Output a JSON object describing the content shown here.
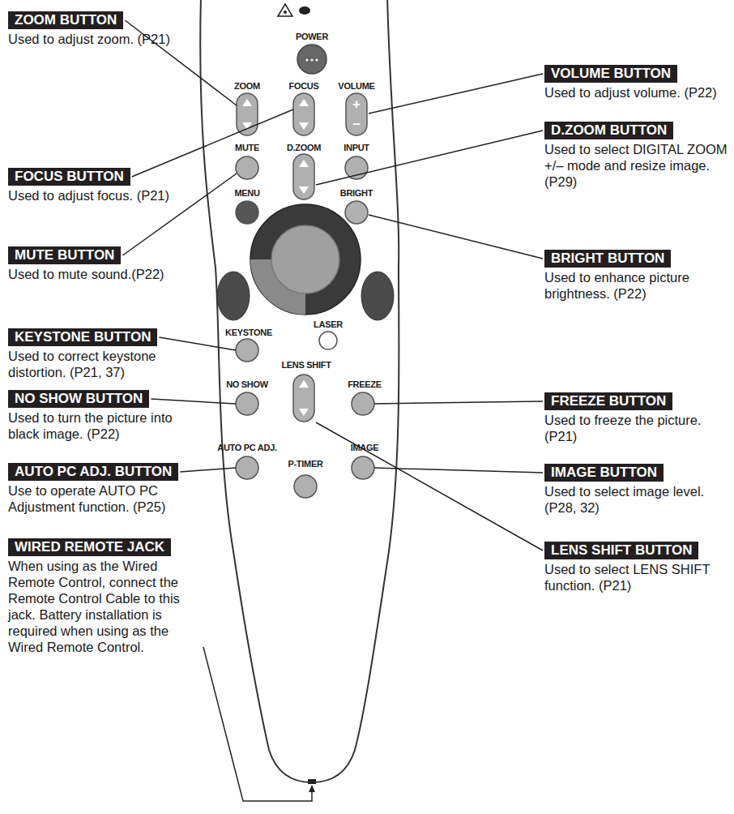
{
  "diagram": {
    "nodes": [
      {
        "text": [
          "ZOOM BUTTON",
          "Used to adjust zoom. (P21)"
        ]
      },
      {
        "text": [
          "VOLUME BUTTON",
          "Used to adjust volume. (P22)"
        ]
      },
      {
        "text": [
          "D.ZOOM BUTTON",
          "Used to select DIGITAL ZOOM +/– mode and resize image. (P29)"
        ]
      },
      {
        "text": [
          "FOCUS BUTTON",
          "Used to adjust focus. (P21)"
        ]
      },
      {
        "text": [
          "MUTE BUTTON",
          "Used to mute sound.(P22)"
        ]
      },
      {
        "text": [
          "BRIGHT BUTTON",
          "Used to enhance picture brightness. (P22)"
        ]
      },
      {
        "text": [
          "KEYSTONE BUTTON",
          "Used to correct keystone distortion. (P21, 37)"
        ]
      },
      {
        "text": [
          "NO SHOW BUTTON",
          "Used to turn the picture into black image. (P22)"
        ]
      },
      {
        "text": [
          "FREEZE BUTTON",
          "Used to freeze the picture. (P21)"
        ]
      },
      {
        "text": [
          "AUTO PC ADJ. BUTTON",
          "Use to operate AUTO PC Adjustment function. (P25)"
        ]
      },
      {
        "text": [
          "IMAGE BUTTON",
          "Used to select image level. (P28, 32)"
        ]
      },
      {
        "text": [
          "WIRED REMOTE JACK",
          "When using as the Wired Remote Control, connect the Remote Control Cable to this jack. Battery installation is required when using as the Wired Remote Control."
        ]
      },
      {
        "text": [
          "LENS SHIFT  BUTTON",
          "Used to select LENS SHIFT function. (P21)"
        ]
      }
    ],
    "labels": [
      "POWER",
      "ZOOM",
      "FOCUS",
      "VOLUME",
      "+",
      "–",
      "MUTE",
      "D.ZOOM",
      "INPUT",
      "MENU",
      "BRIGHT",
      "LASER",
      "KEYSTONE",
      "LENS SHIFT",
      "NO SHOW",
      "FREEZE",
      "AUTO PC ADJ.",
      "IMAGE",
      "P-TIMER"
    ]
  }
}
